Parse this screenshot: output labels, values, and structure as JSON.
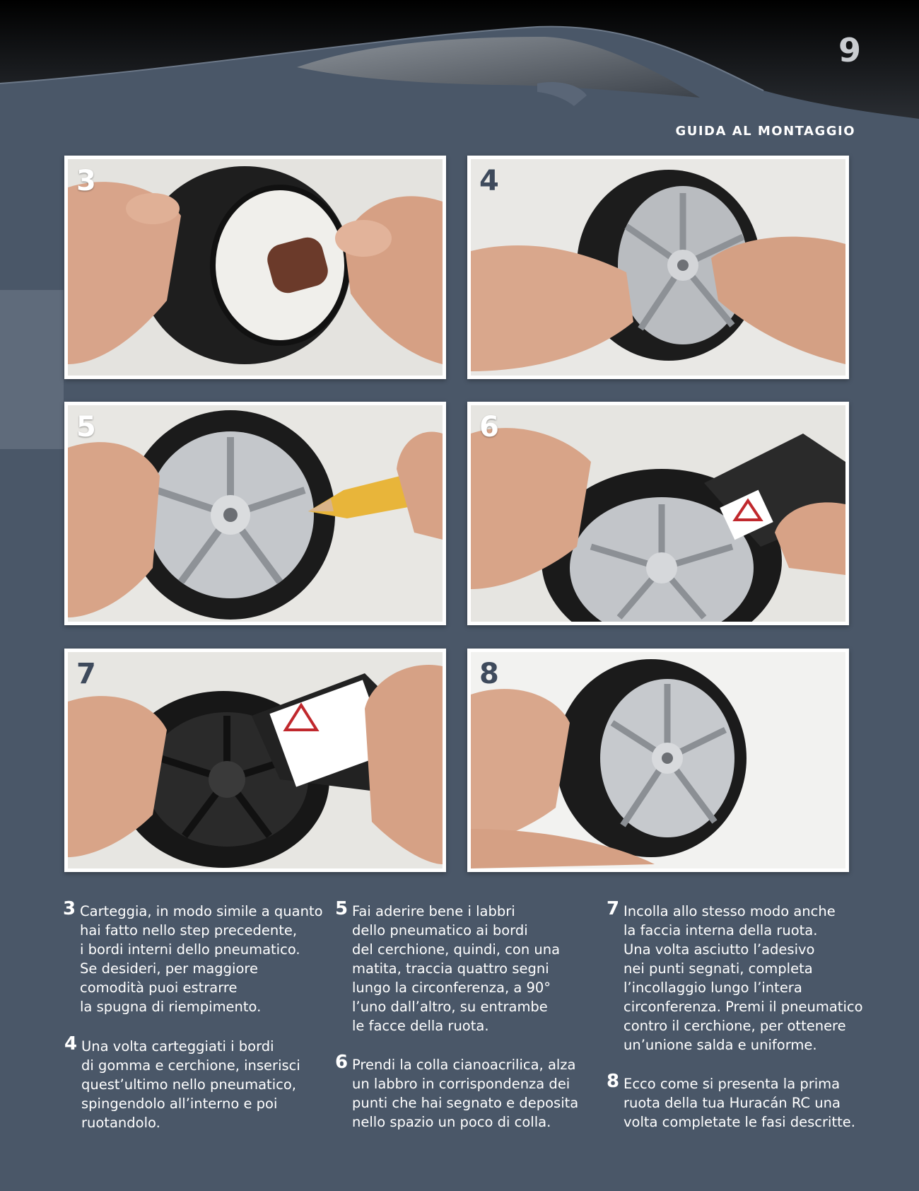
{
  "header": {
    "page_number": "9",
    "section_title": "GUIDA AL MONTAGGIO"
  },
  "photos": [
    {
      "number": "3",
      "subject": "tyre-sanding"
    },
    {
      "number": "4",
      "subject": "rim-insertion"
    },
    {
      "number": "5",
      "subject": "pencil-marking"
    },
    {
      "number": "6",
      "subject": "glue-application"
    },
    {
      "number": "7",
      "subject": "glue-inner-face"
    },
    {
      "number": "8",
      "subject": "finished-wheel"
    }
  ],
  "instructions": [
    {
      "number": "3",
      "lines": [
        "Carteggia, in modo simile a quanto",
        "hai fatto nello step precedente,",
        "i bordi interni dello pneumatico.",
        "Se desideri, per maggiore",
        "comodità puoi estrarre",
        "la spugna di riempimento."
      ]
    },
    {
      "number": "4",
      "lines": [
        "Una volta carteggiati i bordi",
        "di gomma e cerchione, inserisci",
        "quest’ultimo nello pneumatico,",
        "spingendolo all’interno e poi",
        "ruotandolo."
      ]
    },
    {
      "number": "5",
      "lines": [
        "Fai aderire bene i labbri",
        "dello pneumatico ai bordi",
        "del cerchione, quindi, con una",
        "matita, traccia quattro segni",
        "lungo la circonferenza, a 90°",
        "l’uno dall’altro, su entrambe",
        "le facce della ruota."
      ]
    },
    {
      "number": "6",
      "lines": [
        "Prendi la colla cianoacrilica, alza",
        "un labbro in corrispondenza dei",
        "punti che hai segnato e deposita",
        "nello spazio un poco di colla."
      ]
    },
    {
      "number": "7",
      "lines": [
        "Incolla allo stesso modo anche",
        "la faccia interna della ruota.",
        "Una volta asciutto l’adesivo",
        "nei punti segnati, completa",
        "l’incollaggio lungo l’intera",
        "circonferenza. Premi il pneumatico",
        "contro il cerchione, per ottenere",
        "un’unione salda e uniforme."
      ]
    },
    {
      "number": "8",
      "lines": [
        "Ecco come si presenta la prima",
        "ruota della tua Huracán RC una",
        "volta completate le fasi descritte."
      ]
    }
  ],
  "colors": {
    "background": "#4a5768",
    "text": "#ffffff",
    "dark_number": "#3e4a5c"
  }
}
